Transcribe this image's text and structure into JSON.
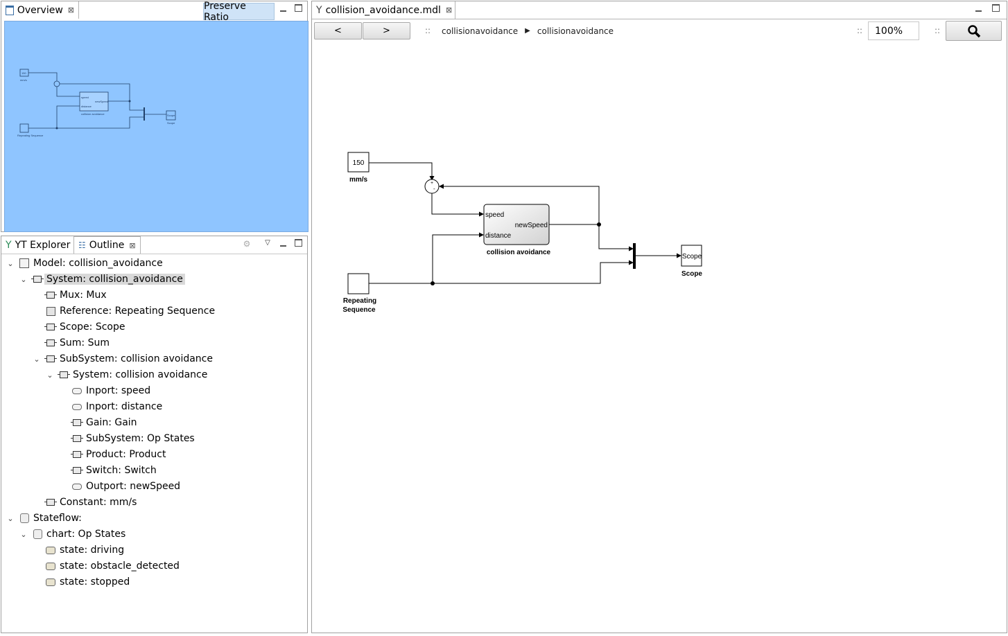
{
  "overview": {
    "tab_label": "Overview",
    "preserve_label": "Preserve Ratio",
    "mini": {
      "const_value": "150",
      "const_caption": "mm/s",
      "subsystem_caption": "collision avoidance",
      "speed": "speed",
      "distance": "distance",
      "newspeed": "newSpeed",
      "scope_caption": "Scope",
      "scope_text": "Scope",
      "repeating_caption": "Repeating Sequence"
    }
  },
  "outline": {
    "tabs": [
      {
        "label": "YT Explorer",
        "icon": "yt-explorer-icon"
      },
      {
        "label": "Outline",
        "icon": "outline-icon"
      }
    ],
    "tree": [
      {
        "label": "Model: collision_avoidance",
        "icon": "model-icon",
        "toggle": "v"
      },
      {
        "label": "System: collision_avoidance",
        "icon": "system-icon",
        "toggle": "v"
      },
      {
        "label": "Mux: Mux",
        "icon": "block-icon",
        "toggle": ""
      },
      {
        "label": "Reference: Repeating  Sequence",
        "icon": "reference-icon",
        "toggle": ""
      },
      {
        "label": "Scope: Scope",
        "icon": "block-icon",
        "toggle": ""
      },
      {
        "label": "Sum: Sum",
        "icon": "block-icon",
        "toggle": ""
      },
      {
        "label": "SubSystem: collision avoidance",
        "icon": "subsystem-icon",
        "toggle": "v"
      },
      {
        "label": "System: collision avoidance",
        "icon": "system-icon",
        "toggle": "v"
      },
      {
        "label": "Inport: speed",
        "icon": "inport-icon",
        "toggle": ""
      },
      {
        "label": "Inport: distance",
        "icon": "inport-icon",
        "toggle": ""
      },
      {
        "label": "Gain: Gain",
        "icon": "block-icon",
        "toggle": ""
      },
      {
        "label": "SubSystem: Op States",
        "icon": "subsystem-icon",
        "toggle": ""
      },
      {
        "label": "Product: Product",
        "icon": "block-icon",
        "toggle": ""
      },
      {
        "label": "Switch: Switch",
        "icon": "block-icon",
        "toggle": ""
      },
      {
        "label": "Outport: newSpeed",
        "icon": "outport-icon",
        "toggle": ""
      },
      {
        "label": "Constant: mm/s",
        "icon": "block-icon",
        "toggle": ""
      },
      {
        "label": "Stateflow:",
        "icon": "stateflow-icon",
        "toggle": "v"
      },
      {
        "label": "chart: Op States",
        "icon": "chart-icon",
        "toggle": "v"
      },
      {
        "label": "state: driving",
        "icon": "state-icon",
        "toggle": ""
      },
      {
        "label": "state: obstacle_detected",
        "icon": "state-icon",
        "toggle": ""
      },
      {
        "label": "state: stopped",
        "icon": "state-icon",
        "toggle": ""
      }
    ]
  },
  "editor": {
    "tab_label": "collision_avoidance.mdl",
    "back_label": "<",
    "forward_label": ">",
    "breadcrumb": [
      "collisionavoidance",
      "collisionavoidance"
    ],
    "zoom": "100%",
    "search_icon": "magnifier-icon"
  },
  "diagram": {
    "const_value": "150",
    "const_caption": "mm/s",
    "sum_plus": "+",
    "sum_minus": "-",
    "subsystem_caption": "collision avoidance",
    "port_speed": "speed",
    "port_distance": "distance",
    "port_newspeed": "newSpeed",
    "scope_text": "Scope",
    "scope_caption": "Scope",
    "repeating_caption_1": "Repeating",
    "repeating_caption_2": "Sequence"
  }
}
